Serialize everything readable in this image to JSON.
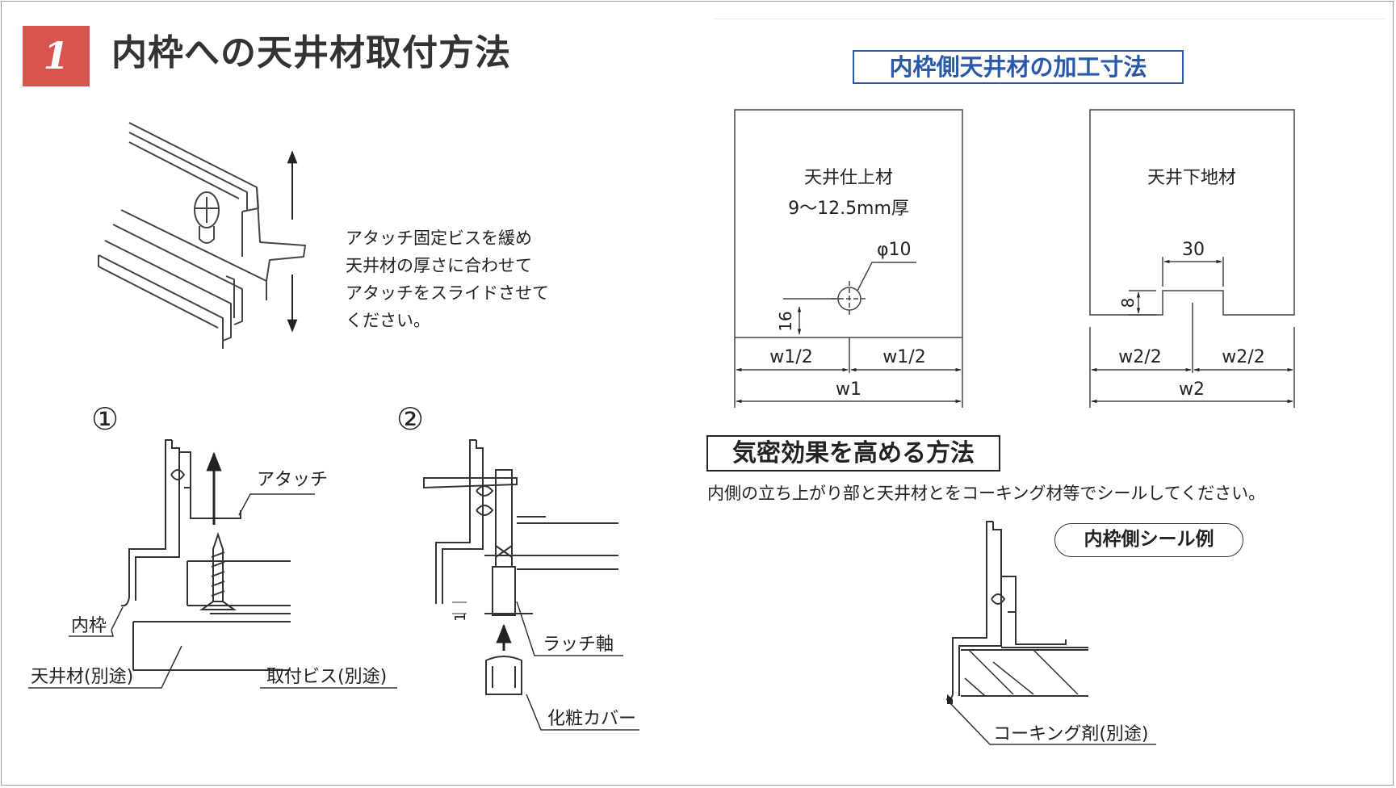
{
  "step": {
    "number": "1",
    "title": "内枠への天井材取付方法"
  },
  "instruction_lines": [
    "アタッチ固定ビスを緩め",
    "天井材の厚さに合わせて",
    "アタッチをスライドさせて",
    "ください。"
  ],
  "step_markers": {
    "one": "①",
    "two": "②"
  },
  "labels1": {
    "attach": "アタッチ",
    "inner_frame": "内枠",
    "ceiling_material": "天井材(別途)",
    "screw": "取付ビス(別途)"
  },
  "labels2": {
    "latch_shaft": "ラッチ軸",
    "cover": "化粧カバー",
    "dim_1": "1"
  },
  "processing": {
    "title": "内枠側天井材の加工寸法",
    "finish": {
      "name": "天井仕上材",
      "thickness": "9～12.5mm厚",
      "hole": "φ10",
      "dim_16": "16",
      "half": "w1/2",
      "full": "w1"
    },
    "base": {
      "name": "天井下地材",
      "width": "30",
      "depth": "8",
      "half": "w2/2",
      "full": "w2"
    }
  },
  "airtight": {
    "title": "気密効果を高める方法",
    "desc": "内側の立ち上がり部と天井材とをコーキング材等でシールしてください。",
    "example_label": "内枠側シール例",
    "caulking": "コーキング剤(別途)"
  },
  "colors": {
    "accent_red": "#d9534f",
    "accent_blue": "#2a59a8"
  }
}
